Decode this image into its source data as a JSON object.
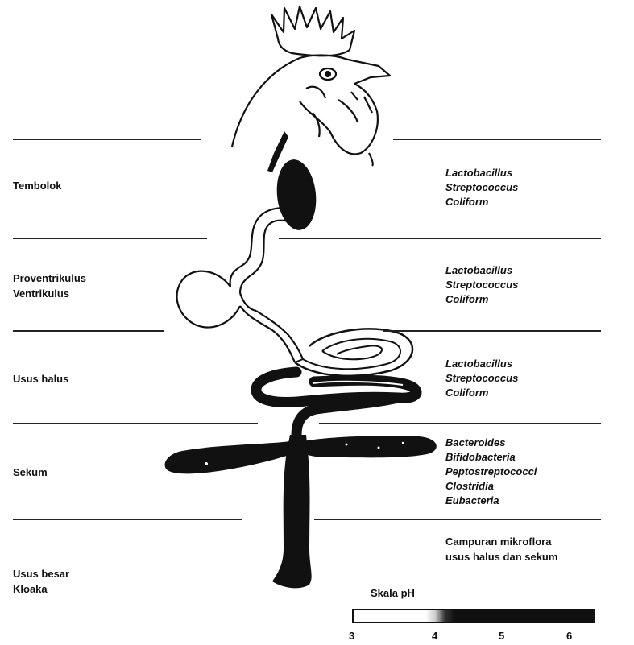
{
  "sections": [
    {
      "label": "Tembolok",
      "bacteria": [
        "Lactobacillus",
        "Streptococcus",
        "Coliform"
      ]
    },
    {
      "label": "Proventrikulus\nVentrikulus",
      "bacteria": [
        "Lactobacillus",
        "Streptococcus",
        "Coliform"
      ]
    },
    {
      "label": "Usus halus",
      "bacteria": [
        "Lactobacillus",
        "Streptococcus",
        "Coliform"
      ]
    },
    {
      "label": "Sekum",
      "bacteria": [
        "Bacteroides",
        "Bifidobacteria",
        "Peptostreptococci",
        "Clostridia",
        "Eubacteria"
      ]
    },
    {
      "label": "Usus besar\nKloaka",
      "mixed": "Campuran mikroflora\nusus halus dan sekum"
    }
  ],
  "ph_scale": {
    "title": "Skala pH",
    "ticks": [
      "3",
      "4",
      "5",
      "6"
    ]
  }
}
